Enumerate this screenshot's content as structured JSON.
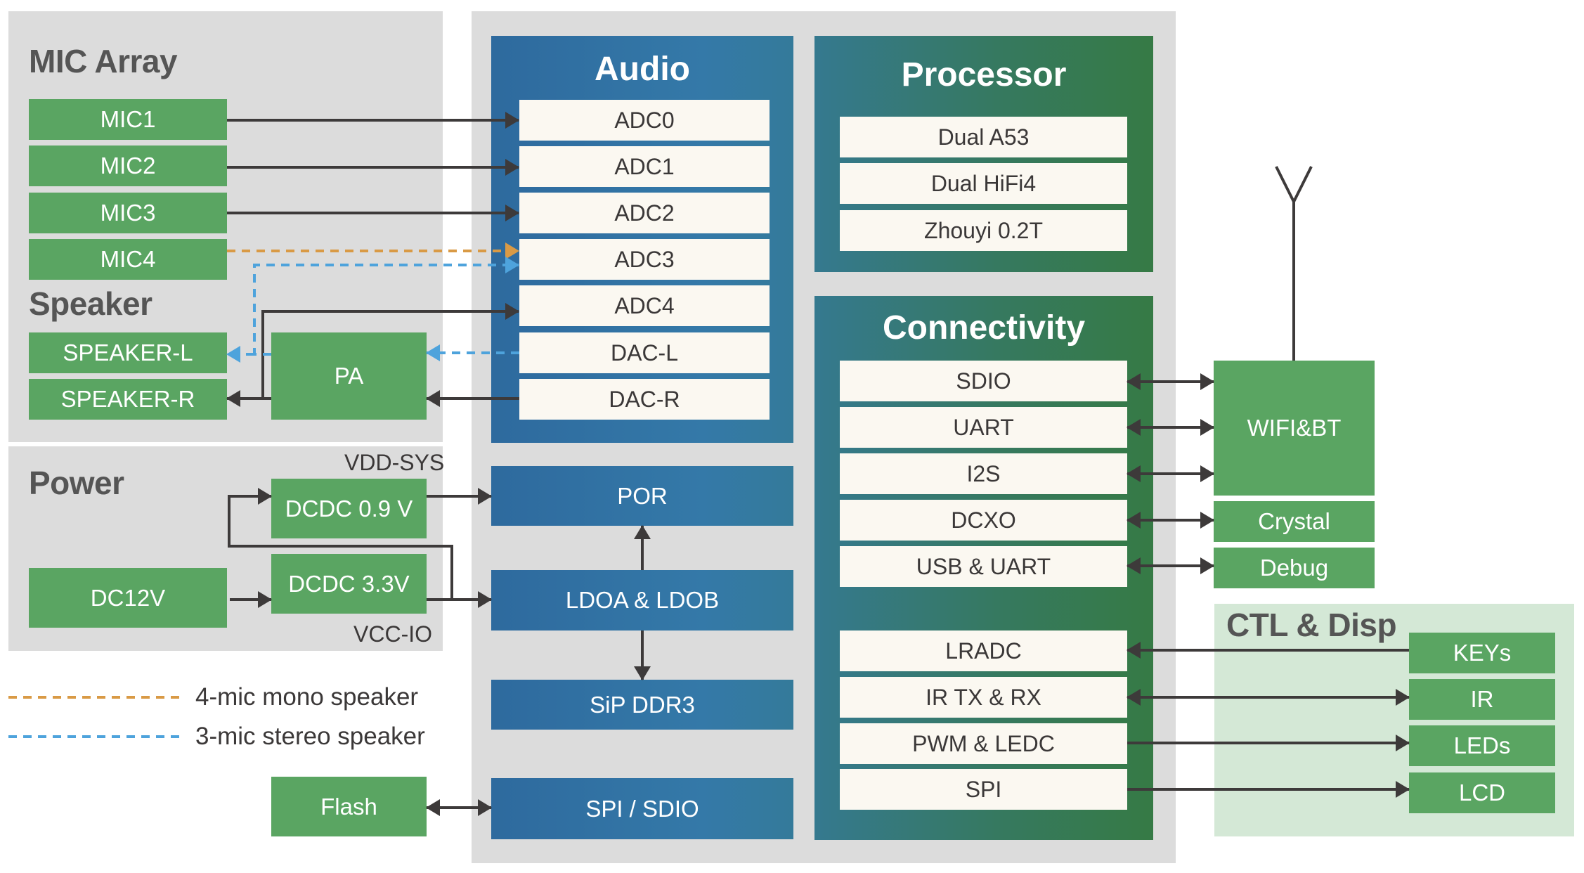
{
  "colors": {
    "green_box": "#5aa562",
    "audio_blue": "#2e6a9e",
    "processor_teal_to_green": [
      "#35798f",
      "#367a45"
    ],
    "panel_gray": "#dcdcdc",
    "ctl_panel": "#d4e8d6",
    "wire": "#3d3a3a",
    "mono_dash": "#d99a45",
    "stereo_dash": "#4ea3dc"
  },
  "mic_array": {
    "title": "MIC Array",
    "mics": [
      "MIC1",
      "MIC2",
      "MIC3",
      "MIC4"
    ]
  },
  "speaker": {
    "title": "Speaker",
    "items": [
      "SPEAKER-L",
      "SPEAKER-R"
    ],
    "amp": "PA"
  },
  "power": {
    "title": "Power",
    "source": "DC12V",
    "dcdc_high": "DCDC 0.9 V",
    "dcdc_low": "DCDC 3.3V",
    "rail_top": "VDD-SYS",
    "rail_bottom": "VCC-IO"
  },
  "legend": [
    {
      "label": "4-mic mono speaker",
      "style": "orange-dashed"
    },
    {
      "label": "3-mic stereo speaker",
      "style": "blue-dashed"
    }
  ],
  "flash": "Flash",
  "audio": {
    "title": "Audio",
    "channels": [
      "ADC0",
      "ADC1",
      "ADC2",
      "ADC3",
      "ADC4",
      "DAC-L",
      "DAC-R"
    ]
  },
  "system_blocks": {
    "por": "POR",
    "ldo": "LDOA & LDOB",
    "ddr": "SiP DDR3",
    "storage_if": "SPI / SDIO"
  },
  "processor": {
    "title": "Processor",
    "cores": [
      "Dual A53",
      "Dual HiFi4",
      "Zhouyi 0.2T"
    ]
  },
  "connectivity": {
    "title": "Connectivity",
    "group1": [
      "SDIO",
      "UART",
      "I2S",
      "DCXO",
      "USB & UART"
    ],
    "group2": [
      "LRADC",
      "IR TX & RX",
      "PWM & LEDC",
      "SPI"
    ]
  },
  "wireless": {
    "module": "WIFI&BT",
    "crystal": "Crystal",
    "debug": "Debug",
    "antenna_icon": "antenna-icon"
  },
  "ctl_disp": {
    "title": "CTL & Disp",
    "items": [
      "KEYs",
      "IR",
      "LEDs",
      "LCD"
    ]
  }
}
